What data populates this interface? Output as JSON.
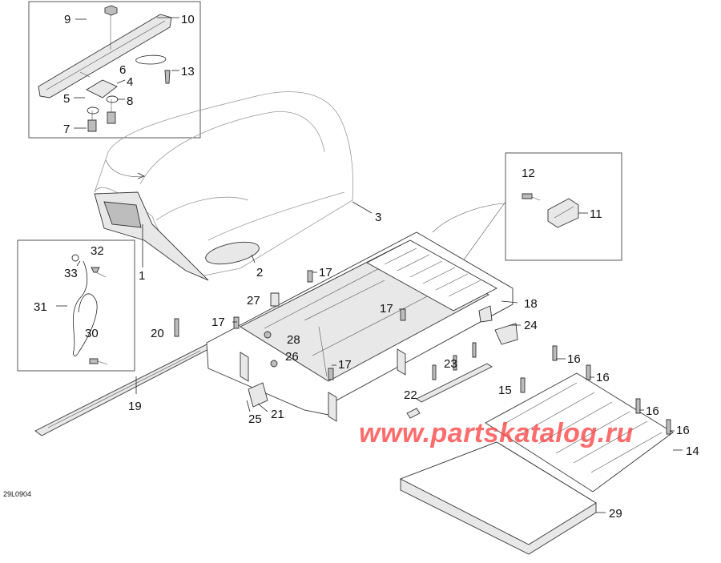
{
  "diagram_code": "29L0904",
  "watermark": "www.partskatalog.ru",
  "callouts": [
    {
      "id": "1",
      "label": "1"
    },
    {
      "id": "2",
      "label": "2"
    },
    {
      "id": "3",
      "label": "3"
    },
    {
      "id": "4",
      "label": "4"
    },
    {
      "id": "5",
      "label": "5"
    },
    {
      "id": "6",
      "label": "6"
    },
    {
      "id": "7",
      "label": "7"
    },
    {
      "id": "8",
      "label": "8"
    },
    {
      "id": "9",
      "label": "9"
    },
    {
      "id": "10",
      "label": "10"
    },
    {
      "id": "11",
      "label": "11"
    },
    {
      "id": "12",
      "label": "12"
    },
    {
      "id": "13",
      "label": "13"
    },
    {
      "id": "14",
      "label": "14"
    },
    {
      "id": "15",
      "label": "15"
    },
    {
      "id": "16a",
      "label": "16"
    },
    {
      "id": "16b",
      "label": "16"
    },
    {
      "id": "16c",
      "label": "16"
    },
    {
      "id": "16d",
      "label": "16"
    },
    {
      "id": "17a",
      "label": "17"
    },
    {
      "id": "17b",
      "label": "17"
    },
    {
      "id": "17c",
      "label": "17"
    },
    {
      "id": "17d",
      "label": "17"
    },
    {
      "id": "18",
      "label": "18"
    },
    {
      "id": "19",
      "label": "19"
    },
    {
      "id": "20",
      "label": "20"
    },
    {
      "id": "21",
      "label": "21"
    },
    {
      "id": "22",
      "label": "22"
    },
    {
      "id": "23",
      "label": "23"
    },
    {
      "id": "24",
      "label": "24"
    },
    {
      "id": "25",
      "label": "25"
    },
    {
      "id": "26",
      "label": "26"
    },
    {
      "id": "27",
      "label": "27"
    },
    {
      "id": "28",
      "label": "28"
    },
    {
      "id": "29",
      "label": "29"
    },
    {
      "id": "30",
      "label": "30"
    },
    {
      "id": "31",
      "label": "31"
    },
    {
      "id": "32",
      "label": "32"
    },
    {
      "id": "33",
      "label": "33"
    }
  ]
}
